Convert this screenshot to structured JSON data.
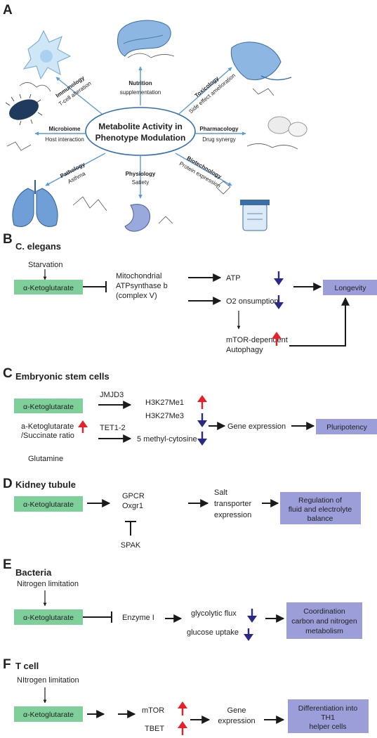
{
  "colors": {
    "green_box": "#7fcf9a",
    "purple_box": "#9b9ed9",
    "blue_arrow": "#2a2a86",
    "red_arrow": "#e8202a",
    "black_arrow": "#1a1a1a",
    "panel_a_arrow": "#5b9bd5"
  },
  "panel_a": {
    "letter": "A",
    "center": {
      "line1": "Metabolite Activity in",
      "line2": "Phenotype Modulation"
    },
    "nutrition": {
      "title": "Nutrition",
      "sub": "supplementation"
    },
    "immunology": {
      "title": "Immunology",
      "sub": "T-cell alteration"
    },
    "toxicology": {
      "title": "Toxicology",
      "sub": "Side effect amelioration"
    },
    "microbiome": {
      "title": "Microbiome",
      "sub": "Host interaction"
    },
    "pharmacology": {
      "title": "Pharmacology",
      "sub": "Drug synergy"
    },
    "pathology": {
      "title": "Pathology",
      "sub": "Asthma"
    },
    "physiology": {
      "title": "Physiology",
      "sub": "Satiety"
    },
    "biotechnology": {
      "title": "Biotechnology",
      "sub": "Protein expression"
    },
    "icons": [
      "brain-icon",
      "dendritic-cell-icon",
      "stomach-organ-icon",
      "bacterium-icon",
      "pills-icon",
      "lungs-icon",
      "stomach-icon",
      "bioreactor-icon"
    ]
  },
  "panel_b": {
    "letter": "B",
    "title": "C. elegans",
    "starvation": "Starvation",
    "akg": "α-Ketoglutarate",
    "mito1": "Mitochondrial",
    "mito2": "ATPsynthase b",
    "mito3": "(complex V)",
    "atp": "ATP",
    "o2": "O2 onsumption",
    "mtor1": "mTOR-dependent",
    "mtor2": "Autophagy",
    "longevity": "Longevity"
  },
  "panel_c": {
    "letter": "C",
    "title": "Embryonic stem cells",
    "akg": "α-Ketoglutarate",
    "jmjd3": "JMJD3",
    "h3k27me1": "H3K27Me1",
    "h3k27me3": "H3K27Me3",
    "ratio1": "a-Ketoglutarate",
    "ratio2": "/Succinate ratio",
    "tet": "TET1-2",
    "methyl": "5 methyl-cytosine",
    "gene_expression": "Gene expression",
    "pluripotency": "Pluripotency",
    "glutamine": "Glutamine"
  },
  "panel_d": {
    "letter": "D",
    "title": "Kidney tubule",
    "akg": "α-Ketoglutarate",
    "gpcr": "GPCR",
    "oxgr1": "Oxgr1",
    "spak": "SPAK",
    "salt1": "Salt",
    "salt2": "transporter",
    "salt3": "expression",
    "reg1": "Regulation of",
    "reg2": "fluid and electrolyte",
    "reg3": "balance"
  },
  "panel_e": {
    "letter": "E",
    "title": "Bacteria",
    "nitrogen": "Nitrogen limitation",
    "akg": "α-Ketoglutarate",
    "enzyme": "Enzyme I",
    "glycolytic": "glycolytic flux",
    "glucose": "glucose uptake",
    "coord1": "Coordination",
    "coord2": "carbon and nitrogen",
    "coord3": "metabolism"
  },
  "panel_f": {
    "letter": "F",
    "title": "T cell",
    "nitrogen": "NItrogen limitation",
    "akg": "α-Ketoglutarate",
    "mtor": "mTOR",
    "tbet": "TBET",
    "gene1": "Gene",
    "gene2": "expression",
    "diff1": "Differentiation into",
    "diff2": "TH1",
    "diff3": "helper cells"
  }
}
